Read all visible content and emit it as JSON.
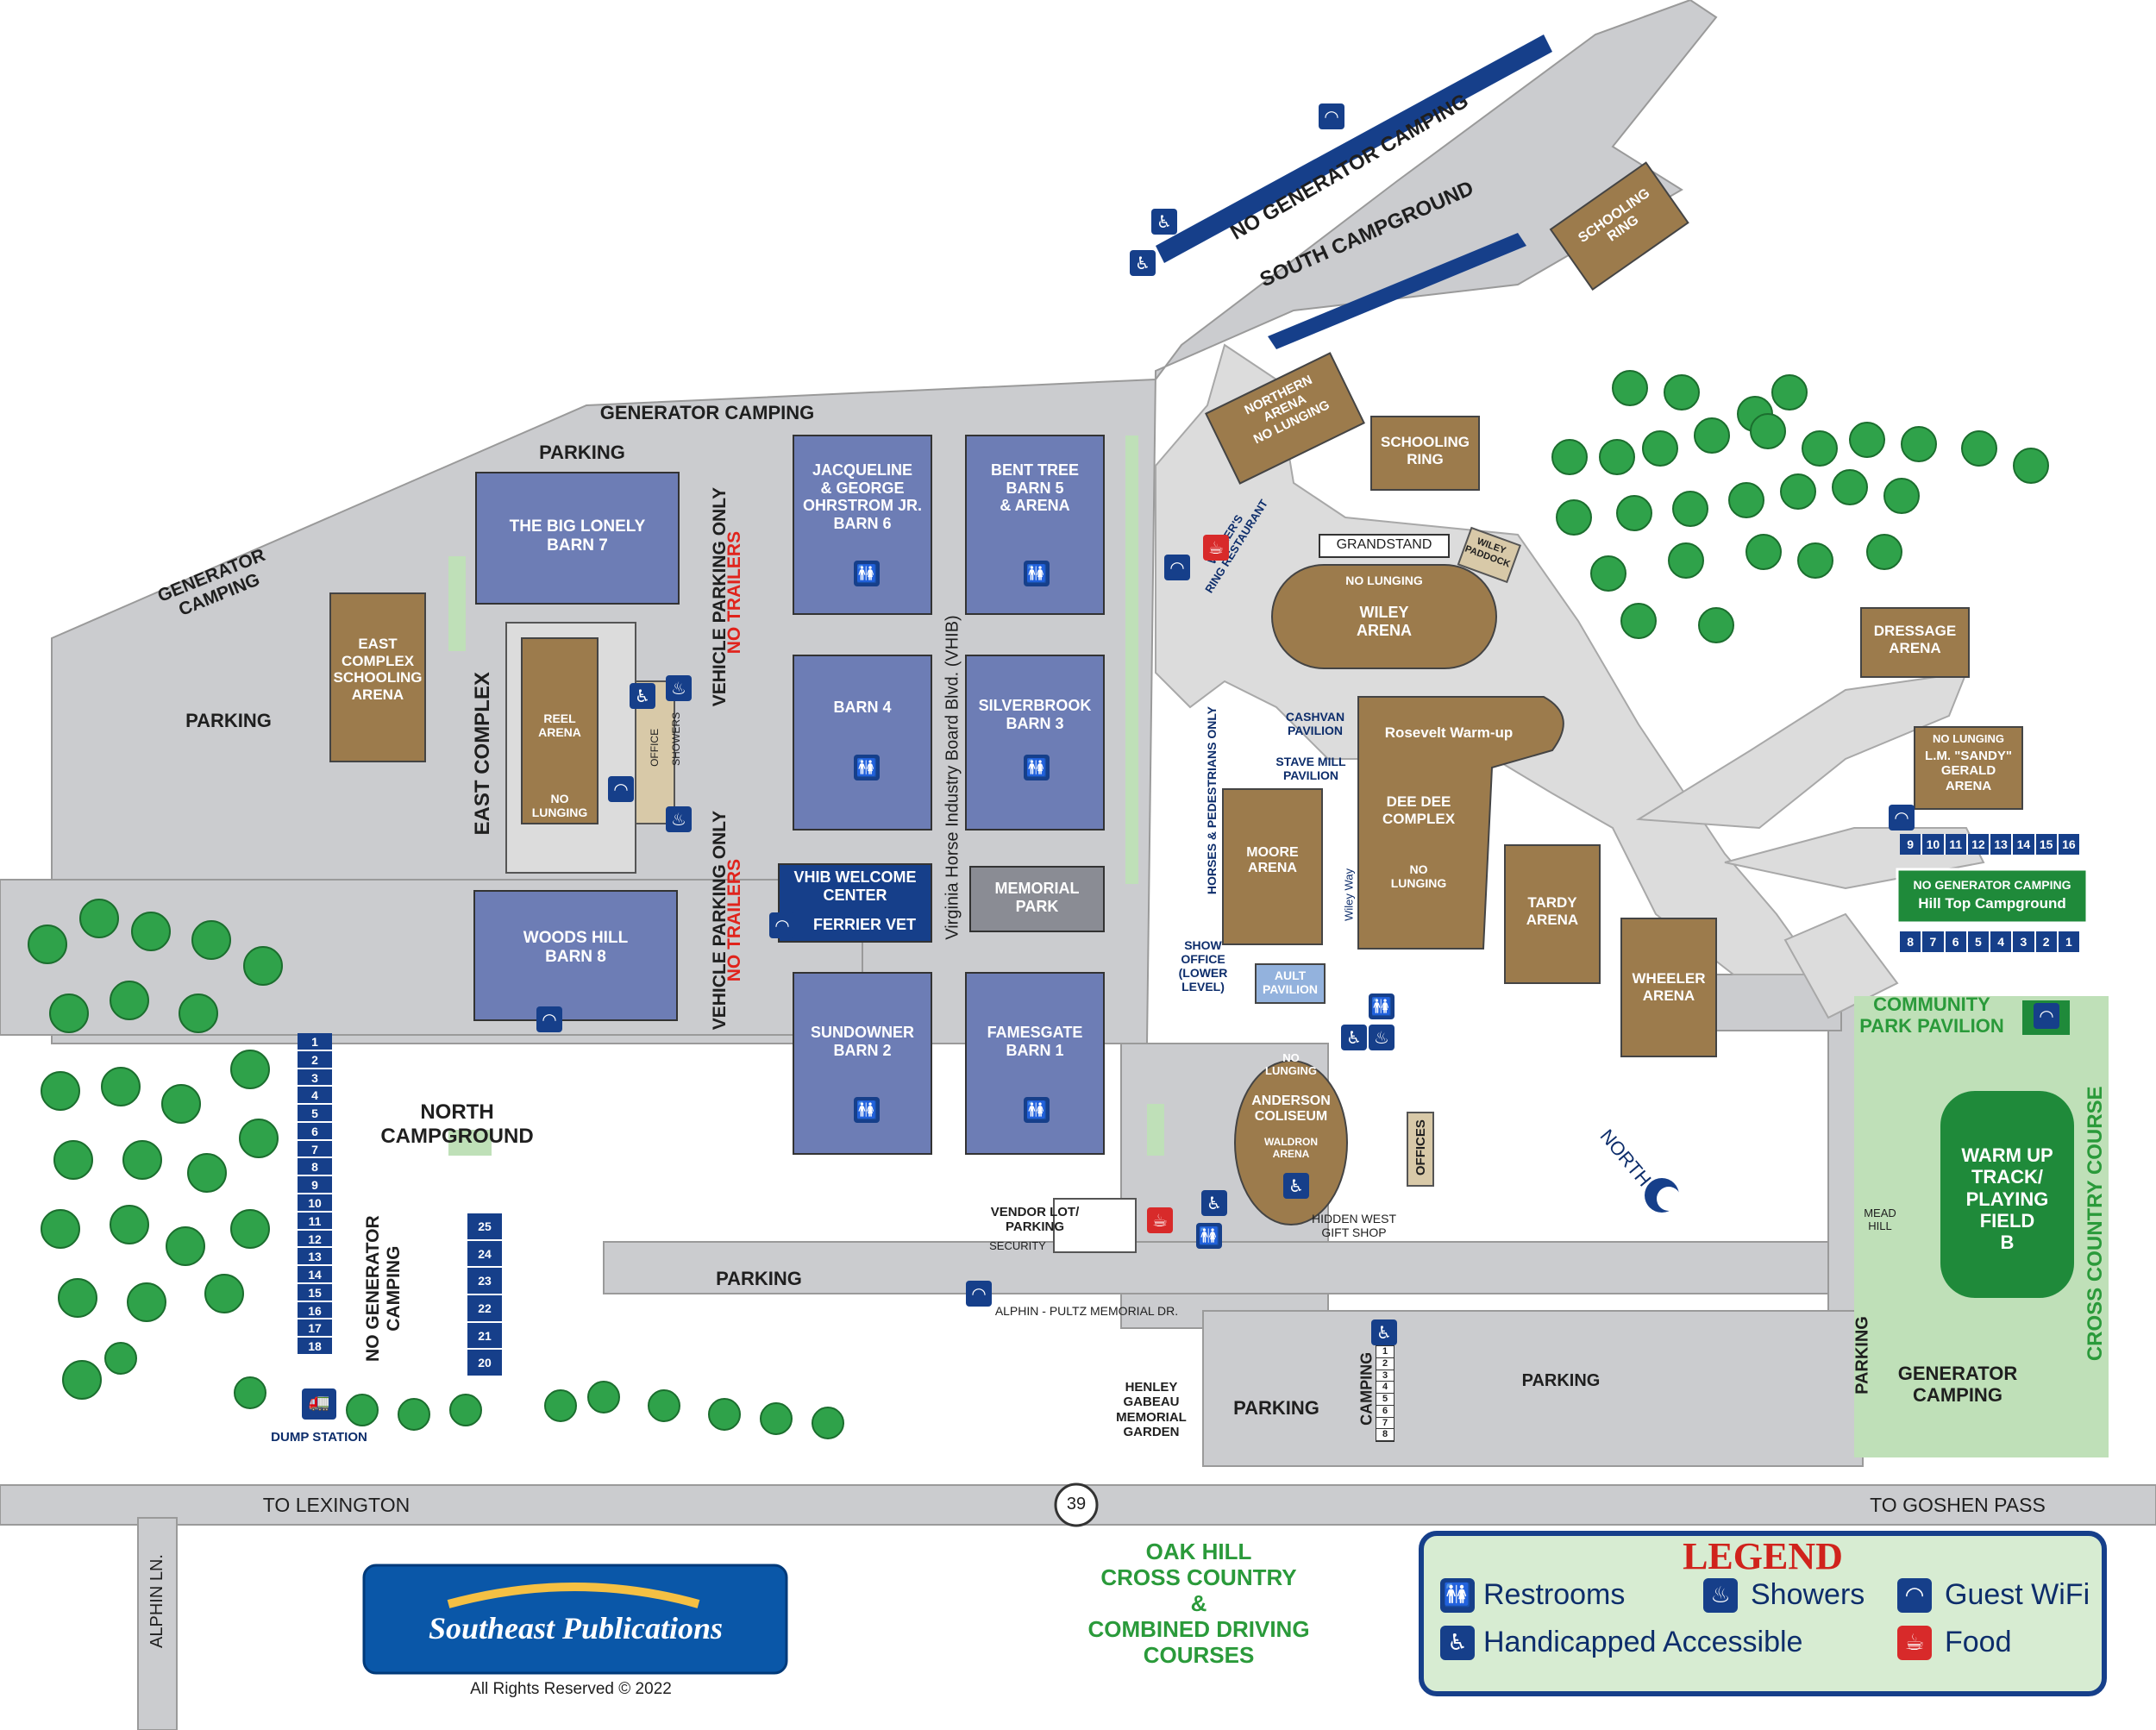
{
  "colors": {
    "road": "#cbcccf",
    "barn_blue": "#6d7db5",
    "arena_brown": "#9c7b4c",
    "grass": "#bfe0b8",
    "field_green": "#1f8a3a",
    "tree": "#2fa24a",
    "gravel": "#dcdcdc",
    "navy": "#163f8a",
    "legend_bg": "#d7ecd2"
  },
  "labels": {
    "generator_camping_top": "GENERATOR CAMPING",
    "generator_camping_left": "GENERATOR\nCAMPING",
    "parking_top": "PARKING",
    "parking_left": "PARKING",
    "parking_mid": "PARKING",
    "parking_bottom_center": "PARKING",
    "parking_bottom_right": "PARKING",
    "parking_vertical_right": "PARKING",
    "no_generator_camping": "NO GENERATOR CAMPING",
    "south_campground": "SOUTH CAMPGROUND",
    "east_complex": "EAST COMPLEX",
    "vehicle_parking_only_1": "VEHICLE PARKING ONLY",
    "no_trailers_1": "NO TRAILERS",
    "vehicle_parking_only_2": "VEHICLE PARKING ONLY",
    "no_trailers_2": "NO TRAILERS",
    "vhib_road": "Virginia Horse Industry Board Blvd. (VHIB)",
    "horses_pedestrians": "HORSES & PEDESTRIANS ONLY",
    "north_campground": "NORTH\nCAMPGROUND",
    "no_generator_camping_vert": "NO GENERATOR\nCAMPING",
    "dump_station": "DUMP STATION",
    "alphin_pultz": "ALPHIN - PULTZ MEMORIAL DR.",
    "to_lexington": "TO LEXINGTON",
    "to_goshen": "TO GOSHEN PASS",
    "alphin_ln": "ALPHIN LN.",
    "route_39": "39",
    "oak_hill": "OAK HILL\nCROSS COUNTRY\n&\nCOMBINED DRIVING\nCOURSES",
    "cross_country": "CROSS COUNTRY COURSE",
    "generator_camping_right": "GENERATOR\nCAMPING",
    "community_park": "COMMUNITY\nPARK PAVILION",
    "mead_hill": "MEAD\nHILL",
    "north_arrow": "NORTH",
    "camping_small": "CAMPING",
    "wiley_way": "Wiley Way",
    "show_office": "SHOW\nOFFICE\n(LOWER\nLEVEL)",
    "hidden_west": "HIDDEN WEST\nGIFT SHOP",
    "security": "SECURITY",
    "cashvan": "CASHVAN\nPAVILION",
    "stave_mill": "STAVE MILL\nPAVILION",
    "grandstand": "GRANDSTAND",
    "wiley_paddock": "WILEY\nPADDOCK",
    "copyright": "All Rights Reserved © 2022",
    "publisher": "Southeast Publications"
  },
  "buildings": {
    "big_lonely": "THE BIG LONELY\nBARN 7",
    "woods_hill": "WOODS HILL\nBARN 8",
    "barn6": "JACQUELINE\n& GEORGE\nOHRSTROM JR.\nBARN 6",
    "barn5": "BENT TREE\nBARN 5\n& ARENA",
    "barn4": "BARN 4",
    "barn3": "SILVERBROOK\nBARN 3",
    "barn2": "SUNDOWNER\nBARN 2",
    "barn1": "FAMESGATE\nBARN 1",
    "welcome": "VHIB WELCOME\nCENTER",
    "ferrier": "FERRIER VET",
    "memorial_park": "MEMORIAL\nPARK",
    "vendor_lot": "VENDOR LOT/\nPARKING",
    "henley": "HENLEY\nGABEAU\nMEMORIAL\nGARDEN",
    "ault": "AULT\nPAVILION",
    "offices": "OFFICES",
    "showers": "SHOWERS",
    "office": "OFFICE"
  },
  "arenas": {
    "east_schooling": "EAST\nCOMPLEX\nSCHOOLING\nARENA",
    "reel_arena": "REEL\nARENA",
    "reel_no_lunging": "NO\nLUNGING",
    "northern_arena": "NORTHERN\nARENA\nNO LUNGING",
    "schooling_ring_top": "SCHOOLING\nRING",
    "schooling_ring_mid": "SCHOOLING\nRING",
    "wiley_no_lunging": "NO LUNGING",
    "wiley": "WILEY\nARENA",
    "rosevelt": "Rosevelt Warm-up",
    "dee_dee": "DEE DEE\nCOMPLEX",
    "dee_dee_nl": "NO\nLUNGING",
    "moore": "MOORE\nARENA",
    "tardy": "TARDY\nARENA",
    "wheeler": "WHEELER\nARENA",
    "dressage": "DRESSAGE\nARENA",
    "gerald_nl": "NO LUNGING",
    "gerald": "L.M. \"SANDY\"\nGERALD\nARENA",
    "coliseum_nl": "NO\nLUNGING",
    "coliseum": "ANDERSON\nCOLISEUM",
    "waldron": "WALDRON\nARENA",
    "warm_up": "WARM UP\nTRACK/\nPLAYING\nFIELD\nB",
    "winners_ring": "WINNER'S\nRING RESTAURANT"
  },
  "hilltop": {
    "title1": "NO GENERATOR CAMPING",
    "title2": "Hill Top Campground",
    "top_numbers": [
      "9",
      "10",
      "11",
      "12",
      "13",
      "14",
      "15",
      "16"
    ],
    "bottom_numbers": [
      "8",
      "7",
      "6",
      "5",
      "4",
      "3",
      "2",
      "1"
    ]
  },
  "north_campground_sites": [
    "1",
    "2",
    "3",
    "4",
    "5",
    "6",
    "7",
    "8",
    "9",
    "10",
    "11",
    "12",
    "13",
    "14",
    "15",
    "16",
    "17",
    "18"
  ],
  "north_campground_sites_b": [
    "25",
    "24",
    "23",
    "22",
    "21",
    "20"
  ],
  "small_camping_sites": [
    "1",
    "2",
    "3",
    "4",
    "5",
    "6",
    "7",
    "8"
  ],
  "legend": {
    "title": "LEGEND",
    "items": [
      {
        "icon": "restroom-icon",
        "label": "Restrooms"
      },
      {
        "icon": "shower-icon",
        "label": "Showers"
      },
      {
        "icon": "wifi-icon",
        "label": "Guest WiFi"
      },
      {
        "icon": "handicap-icon",
        "label": "Handicapped Accessible"
      },
      {
        "icon": "food-icon",
        "label": "Food"
      }
    ]
  }
}
